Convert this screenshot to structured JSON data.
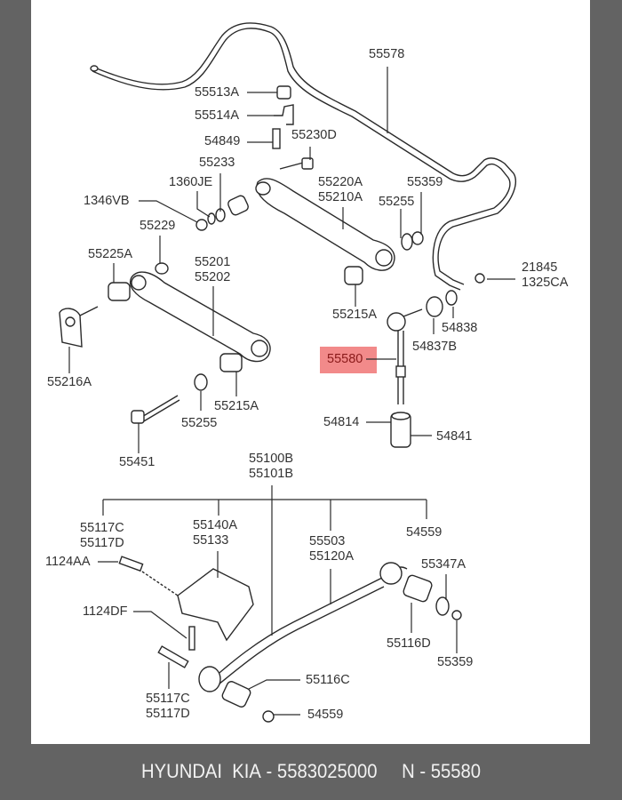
{
  "diagram": {
    "highlighted_part": "55580",
    "highlight_color": "#f28a8a",
    "labels": [
      {
        "id": "55578",
        "lines": [
          "55578"
        ]
      },
      {
        "id": "55513A",
        "lines": [
          "55513A"
        ]
      },
      {
        "id": "55514A",
        "lines": [
          "55514A"
        ]
      },
      {
        "id": "54849",
        "lines": [
          "54849"
        ]
      },
      {
        "id": "55230D",
        "lines": [
          "55230D"
        ]
      },
      {
        "id": "55233",
        "lines": [
          "55233"
        ]
      },
      {
        "id": "1360JE",
        "lines": [
          "1360JE"
        ]
      },
      {
        "id": "1346VB",
        "lines": [
          "1346VB"
        ]
      },
      {
        "id": "55229",
        "lines": [
          "55229"
        ]
      },
      {
        "id": "55220A",
        "lines": [
          "55220A",
          "55210A"
        ]
      },
      {
        "id": "55359a",
        "lines": [
          "55359"
        ]
      },
      {
        "id": "55255a",
        "lines": [
          "55255"
        ]
      },
      {
        "id": "21845",
        "lines": [
          "21845",
          "1325CA"
        ]
      },
      {
        "id": "55225A",
        "lines": [
          "55225A"
        ]
      },
      {
        "id": "55201",
        "lines": [
          "55201",
          "55202"
        ]
      },
      {
        "id": "55215Aa",
        "lines": [
          "55215A"
        ]
      },
      {
        "id": "54838",
        "lines": [
          "54838"
        ]
      },
      {
        "id": "54837B",
        "lines": [
          "54837B"
        ]
      },
      {
        "id": "55580",
        "lines": [
          "55580"
        ]
      },
      {
        "id": "55216A",
        "lines": [
          "55216A"
        ]
      },
      {
        "id": "55215Ab",
        "lines": [
          "55215A"
        ]
      },
      {
        "id": "55255b",
        "lines": [
          "55255"
        ]
      },
      {
        "id": "54814",
        "lines": [
          "54814"
        ]
      },
      {
        "id": "54841",
        "lines": [
          "54841"
        ]
      },
      {
        "id": "55451",
        "lines": [
          "55451"
        ]
      },
      {
        "id": "55100B",
        "lines": [
          "55100B",
          "55101B"
        ]
      },
      {
        "id": "55117Ca",
        "lines": [
          "55117C",
          "55117D"
        ]
      },
      {
        "id": "55140A",
        "lines": [
          "55140A",
          "55133"
        ]
      },
      {
        "id": "55503",
        "lines": [
          "55503",
          "55120A"
        ]
      },
      {
        "id": "54559a",
        "lines": [
          "54559"
        ]
      },
      {
        "id": "1124AA",
        "lines": [
          "1124AA"
        ]
      },
      {
        "id": "55347A",
        "lines": [
          "55347A"
        ]
      },
      {
        "id": "1124DF",
        "lines": [
          "1124DF"
        ]
      },
      {
        "id": "55116D",
        "lines": [
          "55116D"
        ]
      },
      {
        "id": "55359b",
        "lines": [
          "55359"
        ]
      },
      {
        "id": "55117Cb",
        "lines": [
          "55117C",
          "55117D"
        ]
      },
      {
        "id": "55116C",
        "lines": [
          "55116C"
        ]
      },
      {
        "id": "54559b",
        "lines": [
          "54559"
        ]
      }
    ]
  },
  "caption": {
    "brand": "HYUNDAI  KIA",
    "separator1": " - ",
    "part_number": "5583025000",
    "n_label": "N",
    "separator2": " - ",
    "n_value": "55580"
  }
}
